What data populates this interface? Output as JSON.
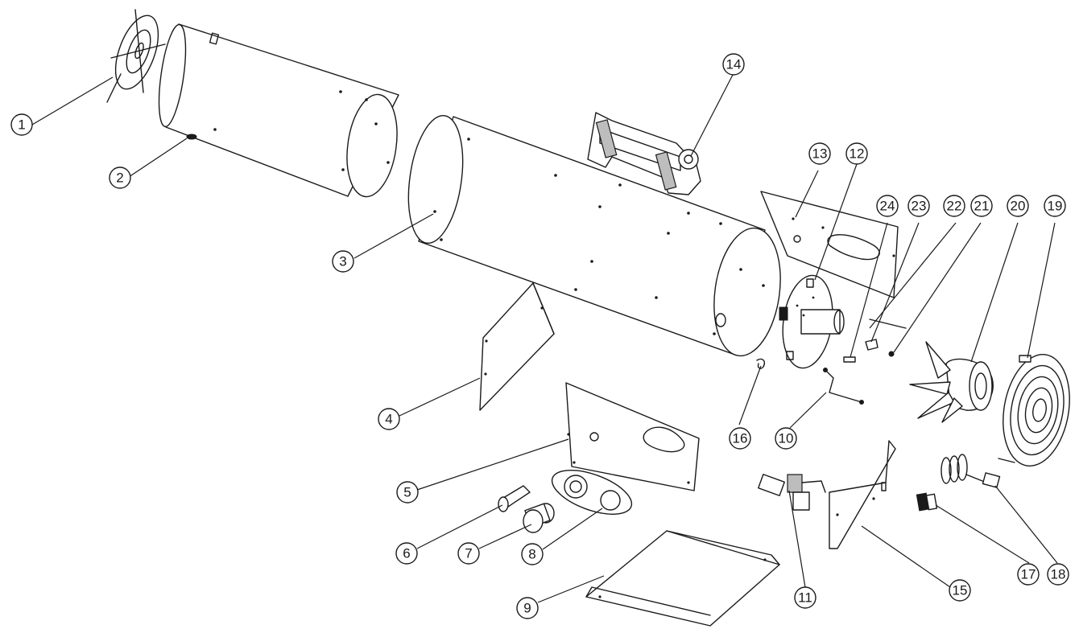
{
  "diagram": {
    "type": "exploded-parts-diagram",
    "line_color": "#1a1a1a",
    "background": "#ffffff",
    "callouts": [
      {
        "id": "1",
        "label": "1"
      },
      {
        "id": "2",
        "label": "2"
      },
      {
        "id": "3",
        "label": "3"
      },
      {
        "id": "4",
        "label": "4"
      },
      {
        "id": "5",
        "label": "5"
      },
      {
        "id": "6",
        "label": "6"
      },
      {
        "id": "7",
        "label": "7"
      },
      {
        "id": "8",
        "label": "8"
      },
      {
        "id": "9",
        "label": "9"
      },
      {
        "id": "10",
        "label": "10"
      },
      {
        "id": "11",
        "label": "11"
      },
      {
        "id": "12",
        "label": "12"
      },
      {
        "id": "13",
        "label": "13"
      },
      {
        "id": "14",
        "label": "14"
      },
      {
        "id": "15",
        "label": "15"
      },
      {
        "id": "16",
        "label": "16"
      },
      {
        "id": "17",
        "label": "17"
      },
      {
        "id": "18",
        "label": "18"
      },
      {
        "id": "19",
        "label": "19"
      },
      {
        "id": "20",
        "label": "20"
      },
      {
        "id": "21",
        "label": "21"
      },
      {
        "id": "22",
        "label": "22"
      },
      {
        "id": "23",
        "label": "23"
      },
      {
        "id": "24",
        "label": "24"
      }
    ]
  }
}
